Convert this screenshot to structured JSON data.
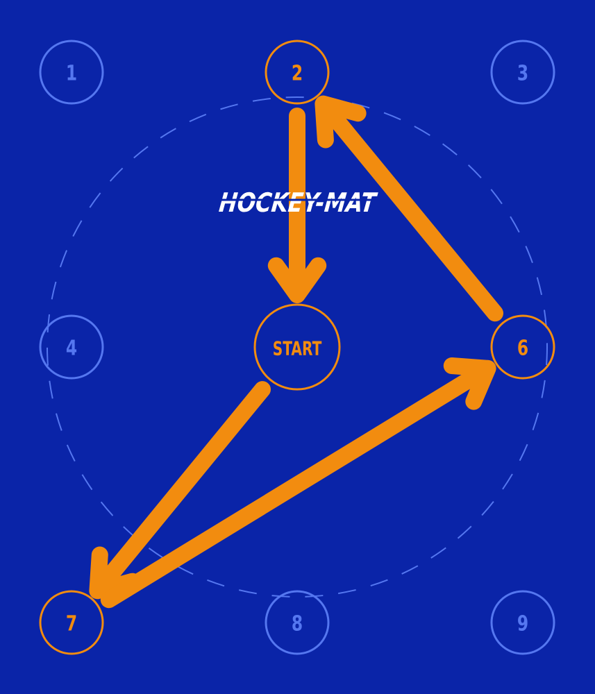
{
  "logo": {
    "text": "HOCKEY-MAT"
  },
  "colors": {
    "background": "#0a24a8",
    "accent": "#f28c0f",
    "muted": "#5577f0",
    "logo": "#ffffff"
  },
  "stations": [
    {
      "id": "1",
      "label": "1",
      "active": false
    },
    {
      "id": "2",
      "label": "2",
      "active": true
    },
    {
      "id": "3",
      "label": "3",
      "active": false
    },
    {
      "id": "4",
      "label": "4",
      "active": false
    },
    {
      "id": "start",
      "label": "START",
      "active": true
    },
    {
      "id": "6",
      "label": "6",
      "active": true
    },
    {
      "id": "7",
      "label": "7",
      "active": true
    },
    {
      "id": "8",
      "label": "8",
      "active": false
    },
    {
      "id": "9",
      "label": "9",
      "active": false
    }
  ],
  "route": [
    {
      "from": "start",
      "to": "7"
    },
    {
      "from": "7",
      "to": "6"
    },
    {
      "from": "6",
      "to": "2"
    },
    {
      "from": "2",
      "to": "start"
    }
  ]
}
